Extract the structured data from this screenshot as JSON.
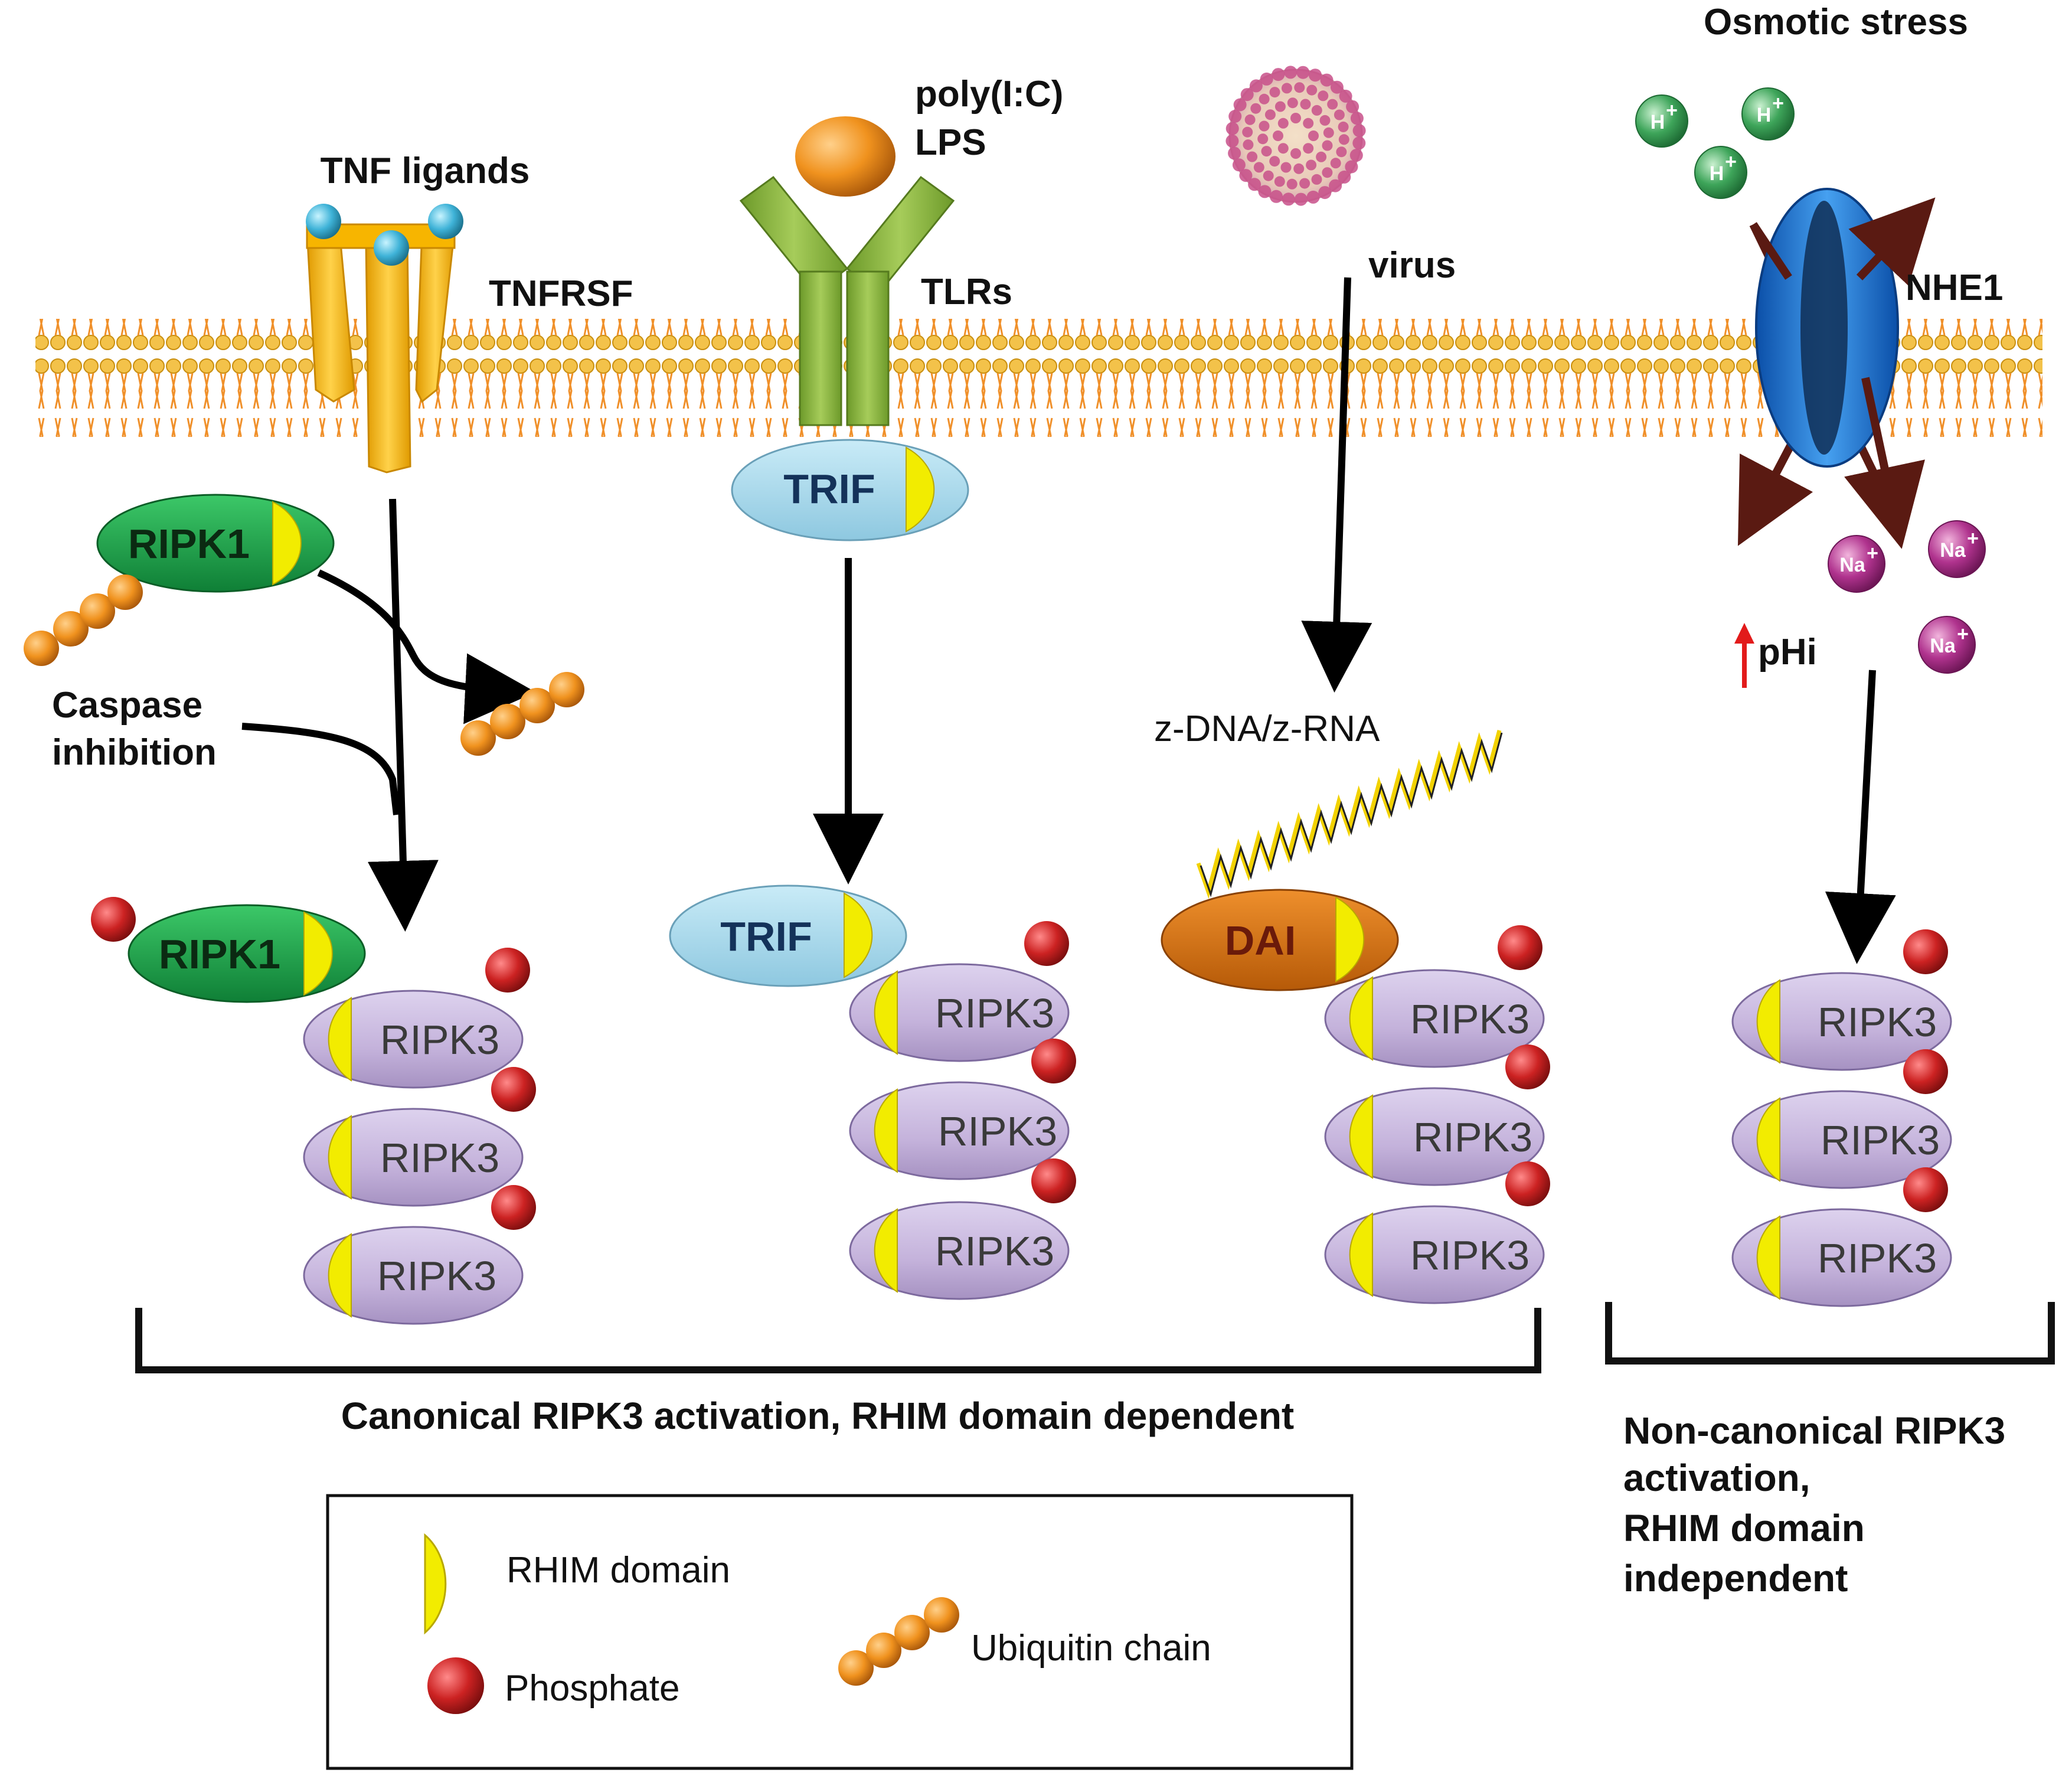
{
  "labels": {
    "osmotic_stress": "Osmotic stress",
    "poly_ic": "poly(I:C)",
    "lps": "LPS",
    "tnf_ligands": "TNF ligands",
    "tnfrsf": "TNFRSF",
    "tlrs": "TLRs",
    "virus": "virus",
    "nhe1": "NHE1",
    "caspase_line1": "Caspase",
    "caspase_line2": "inhibition",
    "zdna": "z-DNA/z-RNA",
    "phi": "pHi"
  },
  "ions": {
    "h": "H",
    "na": "Na",
    "plus": "+"
  },
  "proteins": {
    "ripk1": "RIPK1",
    "trif": "TRIF",
    "dai": "DAI",
    "ripk3": "RIPK3"
  },
  "summary": {
    "canonical": "Canonical RIPK3 activation, RHIM domain dependent",
    "noncanonical_line1": "Non-canonical RIPK3",
    "noncanonical_line2": "activation,",
    "noncanonical_line3": "RHIM domain",
    "noncanonical_line4": "independent"
  },
  "legend": {
    "rhim": "RHIM domain",
    "phosphate": "Phosphate",
    "ubiquitin": "Ubiquitin chain"
  },
  "colors": {
    "rhim": "#f2ec00",
    "ripk3": "#c7b6dd",
    "ripk1": "#1aa64a",
    "trif": "#a8d8ec",
    "dai": "#d9720c",
    "phosphate": "#cc2222",
    "ubiquitin": "#f0921e",
    "membrane": "#f3c24a",
    "tnfr": "#f7b500",
    "tlr": "#8ab43e",
    "nhe1": "#1e78d6",
    "h_ion": "#3ea55a",
    "na_ion": "#b0338e"
  }
}
